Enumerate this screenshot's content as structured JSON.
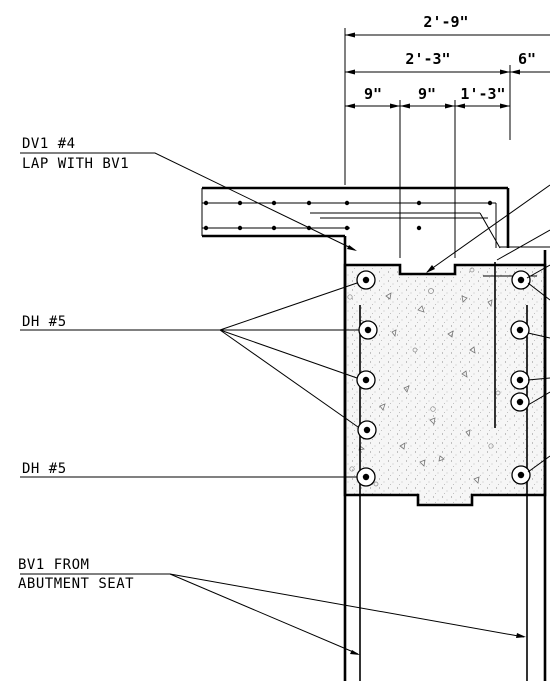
{
  "dimensions": {
    "overall": "2'-9\"",
    "left_span": "2'-3\"",
    "right_span": "6\"",
    "seg1": "9\"",
    "seg2": "9\"",
    "seg3": "1'-3\""
  },
  "labels": {
    "dv1_line1": "DV1 #4",
    "dv1_line2": "LAP WITH BV1",
    "dh_upper": "DH #5",
    "dh_lower": "DH #5",
    "bv1_line1": "BV1 FROM",
    "bv1_line2": "ABUTMENT SEAT"
  },
  "colors": {
    "ink": "#000000",
    "concrete_fill": "#f4f4f4"
  }
}
